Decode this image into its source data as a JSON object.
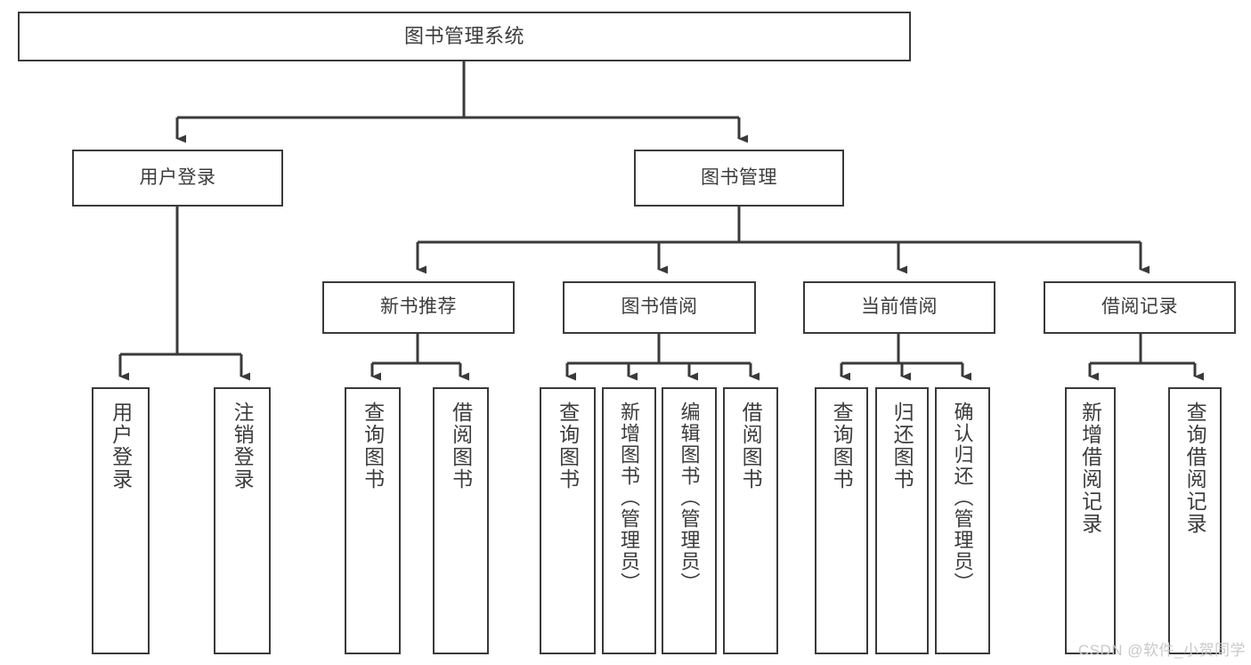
{
  "diagram": {
    "title": "图书管理系统",
    "type": "tree-hierarchy",
    "watermark": "CSDN @软件_小贺同学",
    "colors": {
      "stroke": "#3a3a3a",
      "text": "#3c3c3c",
      "background": "#ffffff",
      "watermark": "#c9c9c9"
    },
    "root": {
      "label": "图书管理系统"
    },
    "level2": [
      {
        "label": "用户登录"
      },
      {
        "label": "图书管理"
      }
    ],
    "level3": [
      {
        "label": "新书推荐"
      },
      {
        "label": "图书借阅"
      },
      {
        "label": "当前借阅"
      },
      {
        "label": "借阅记录"
      }
    ],
    "leaves": {
      "user_login": [
        {
          "label": "用户登录"
        },
        {
          "label": "注销登录"
        }
      ],
      "new_book_recommend": [
        {
          "label": "查询图书"
        },
        {
          "label": "借阅图书"
        }
      ],
      "book_borrow": [
        {
          "label": "查询图书"
        },
        {
          "label": "新增图书（管理员）"
        },
        {
          "label": "编辑图书（管理员）"
        },
        {
          "label": "借阅图书"
        }
      ],
      "current_borrow": [
        {
          "label": "查询图书"
        },
        {
          "label": "归还图书"
        },
        {
          "label": "确认归还（管理员）"
        }
      ],
      "borrow_record": [
        {
          "label": "新增借阅记录"
        },
        {
          "label": "查询借阅记录"
        }
      ]
    }
  }
}
